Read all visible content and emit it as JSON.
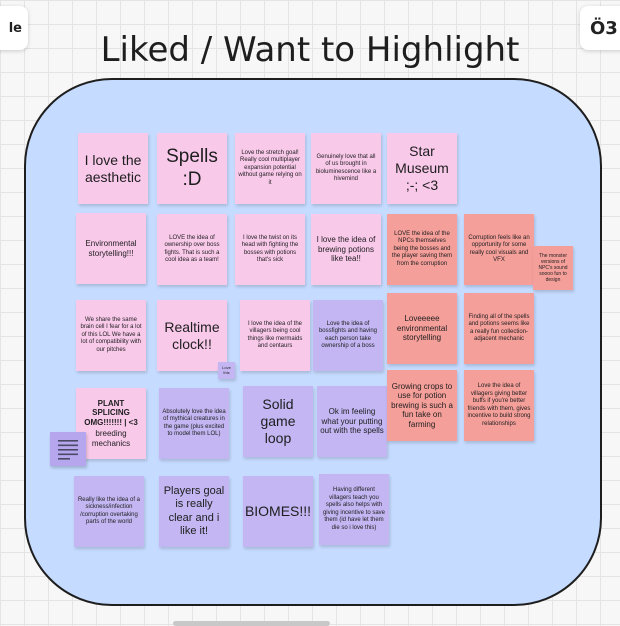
{
  "toolbar": {
    "left_label": "le",
    "right_label": "Ö3"
  },
  "board": {
    "title": "Liked / Want to Highlight"
  },
  "notes": [
    {
      "text": "I love the aesthetic"
    },
    {
      "text": "Spells :D"
    },
    {
      "text": "Love the stretch goal! Really cool multiplayer expansion potential without game relying on it"
    },
    {
      "text": "Genuinely love that all of us brought in bioluminescence like a hivemind"
    },
    {
      "text": "Star Museum ;-; <3"
    },
    {
      "text": "Environmental storytelling!!!"
    },
    {
      "text": "LOVE the idea of ownership over boss fights. That is such a cool idea as a team!"
    },
    {
      "text": "I love the twist on its head with fighting the bosses with potions that's sick"
    },
    {
      "text": "I love the idea of brewing potions like tea!!"
    },
    {
      "text": "LOVE the idea of the NPCs themselves being the bosses and the player saving them from the corruption"
    },
    {
      "text": "Corruption feels like an opportunity for some really cool visuals and VFX"
    },
    {
      "text": "The monster versions of NPC's sound soooo fun to design"
    },
    {
      "text": "We share the same brain cell I fear for a lot of this LOL We have a lot of compatibility with our pitches"
    },
    {
      "text": "Realtime clock!!"
    },
    {
      "text": "Love this"
    },
    {
      "text": "I love the idea of the villagers being cool things like mermaids and centaurs"
    },
    {
      "text": "Love the idea of bossfights and having each person take ownership of a boss"
    },
    {
      "text": "Loveeeee environmental storytelling"
    },
    {
      "text": "Finding all of the spells and potions seems like a really fun collection-adjacent mechanic"
    },
    {
      "text": "PLANT SPLICING OMG!!!!!!! | <3"
    },
    {
      "text": "breeding mechanics"
    },
    {
      "text": "Absolutely love the idea of mythical creatures in the game (plus excited to model them LOL)"
    },
    {
      "text": "Solid game loop"
    },
    {
      "text": "Ok im feeling what your putting out with the spells"
    },
    {
      "text": "Growing crops to use for potion brewing is such a fun take on farming"
    },
    {
      "text": "Love the idea of villagers giving better buffs if you're better friends with them, gives incentive to build strong relationships"
    },
    {
      "text": "Really like the idea of a sickness/infection /corruption overtaking parts of the world"
    },
    {
      "text": "Players goal is really clear and i like it!"
    },
    {
      "text": "BIOMES!!!"
    },
    {
      "text": "Having different villagers teach you spells also helps with giving incentive to save them (id have let them die so i love this)"
    }
  ]
}
